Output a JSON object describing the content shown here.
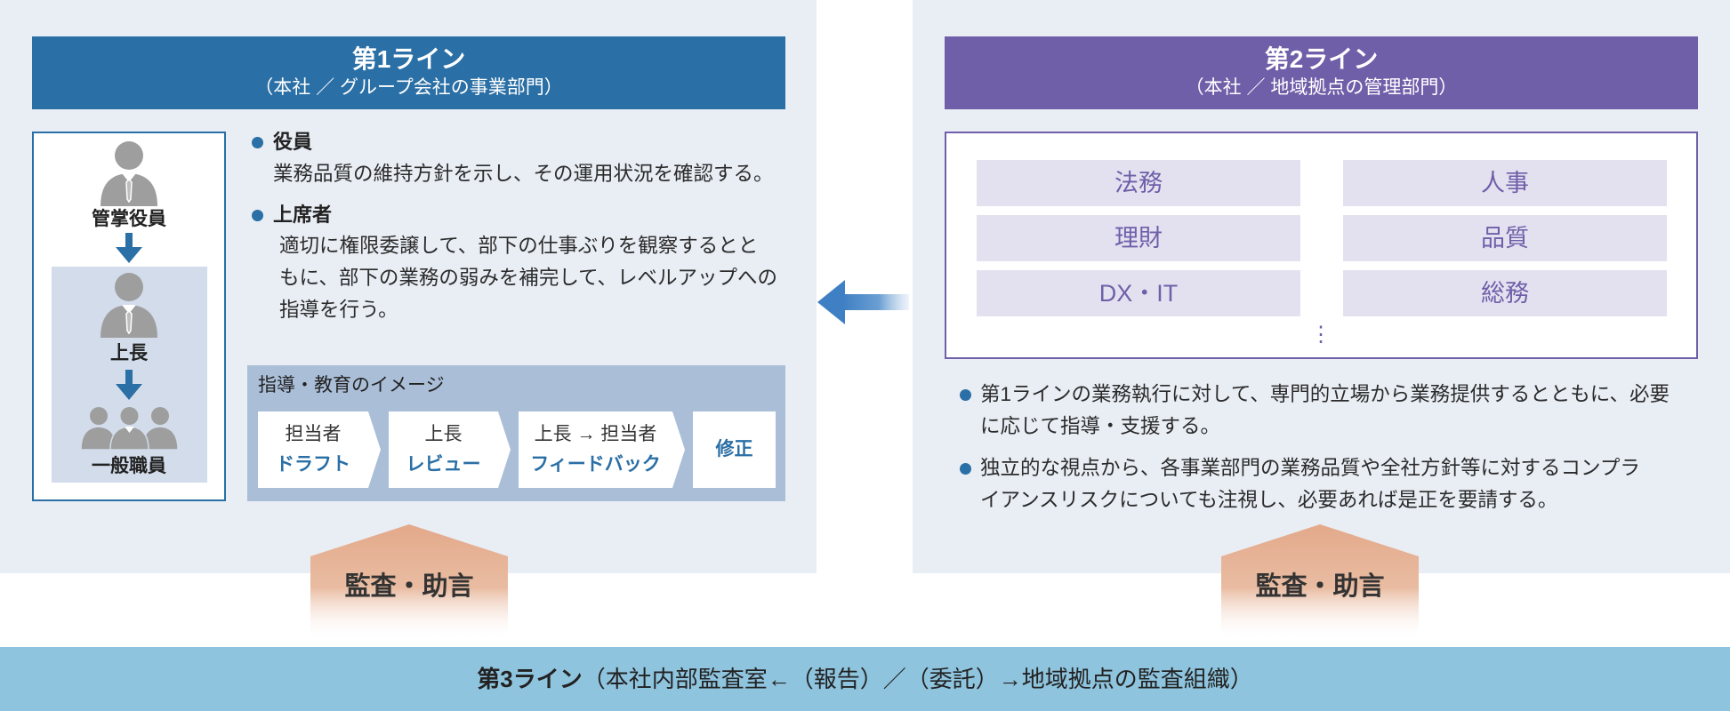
{
  "line1": {
    "title": "第1ライン",
    "subtitle": "（本社 ／ グループ会社の事業部門）",
    "hierarchy": [
      "管掌役員",
      "上長",
      "一般職員"
    ],
    "bullets": [
      {
        "heading": "役員",
        "lines": [
          "業務品質の維持方針を示し、その運用状況を確認する。"
        ]
      },
      {
        "heading": "上席者",
        "lines": [
          "適切に権限委譲して、部下の仕事ぶりを観察するとと",
          "もに、部下の業務の弱みを補完して、レベルアップへの",
          "指導を行う。"
        ]
      }
    ],
    "guidance": {
      "title": "指導・教育のイメージ",
      "steps": [
        {
          "role": "担当者",
          "action": "ドラフト"
        },
        {
          "role": "上長",
          "action": "レビュー"
        },
        {
          "role": "上長 → 担当者",
          "action": "フィードバック"
        },
        {
          "action": "修正"
        }
      ]
    }
  },
  "line2": {
    "title": "第2ライン",
    "subtitle": "（本社 ／ 地域拠点の管理部門）",
    "departments": [
      "法務",
      "人事",
      "理財",
      "品質",
      "DX・IT",
      "総務"
    ],
    "more": "⋮",
    "bullets": [
      [
        "第1ラインの業務執行に対して、専門的立場から業務提供するとともに、必要",
        "に応じて指導・支援する。"
      ],
      [
        "独立的な視点から、各事業部門の業務品質や全社方針等に対するコンプラ",
        "イアンスリスクについても注視し、必要あれば是正を要請する。"
      ]
    ]
  },
  "audit": [
    "監査・助言",
    "監査・助言"
  ],
  "line3": {
    "title": "第3ライン",
    "detail": "（本社内部監査室←（報告）／（委託）→地域拠点の監査組織）"
  },
  "colors": {
    "line1": "#2a6fa5",
    "line2": "#6f5fa9",
    "line3": "#8fc4de",
    "audit": "#e3a98a",
    "panel": "#e9eef5"
  }
}
